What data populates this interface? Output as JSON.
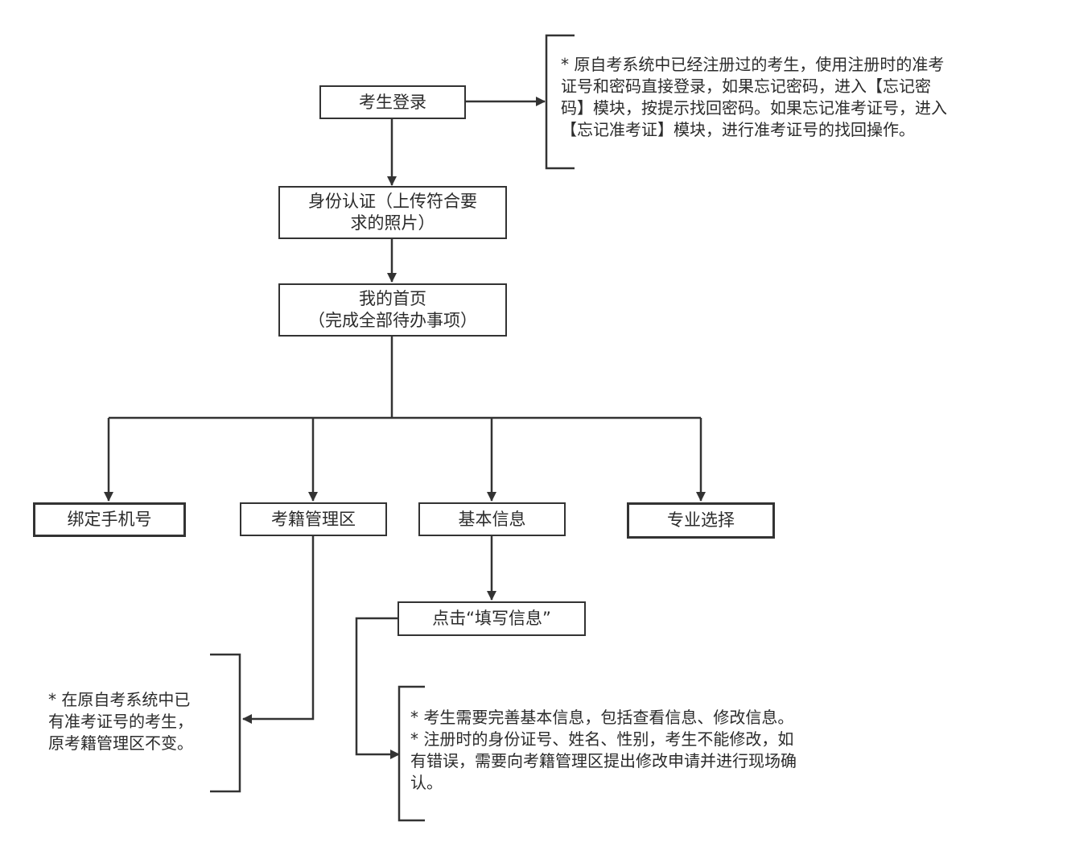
{
  "nodes": {
    "login": "考生登录",
    "identity": [
      "身份认证（上传符合要",
      "求的照片）"
    ],
    "home": [
      "我的首页",
      "（完成全部待办事项）"
    ],
    "bind_phone": "绑定手机号",
    "registry": "考籍管理区",
    "basic_info": "基本信息",
    "major": "专业选择",
    "fill_info": "点击“填写信息”"
  },
  "notes": {
    "login_note": [
      "* 原自考系统中已经注册过的考生，使用注册时的准考",
      "证号和密码直接登录，如果忘记密码，进入【忘记密",
      "码】模块，按提示找回密码。如果忘记准考证号，进入",
      "【忘记准考证】模块，进行准考证号的找回操作。"
    ],
    "registry_note": [
      "* 在原自考系统中已",
      "有准考证号的考生，",
      "原考籍管理区不变。"
    ],
    "info_note": [
      "* 考生需要完善基本信息，包括查看信息、修改信息。",
      "* 注册时的身份证号、姓名、性别，考生不能修改，如",
      "有错误，需要向考籍管理区提出修改申请并进行现场确",
      "认。"
    ]
  },
  "colors": {
    "stroke": "#333333",
    "text": "#2b2b2b"
  }
}
